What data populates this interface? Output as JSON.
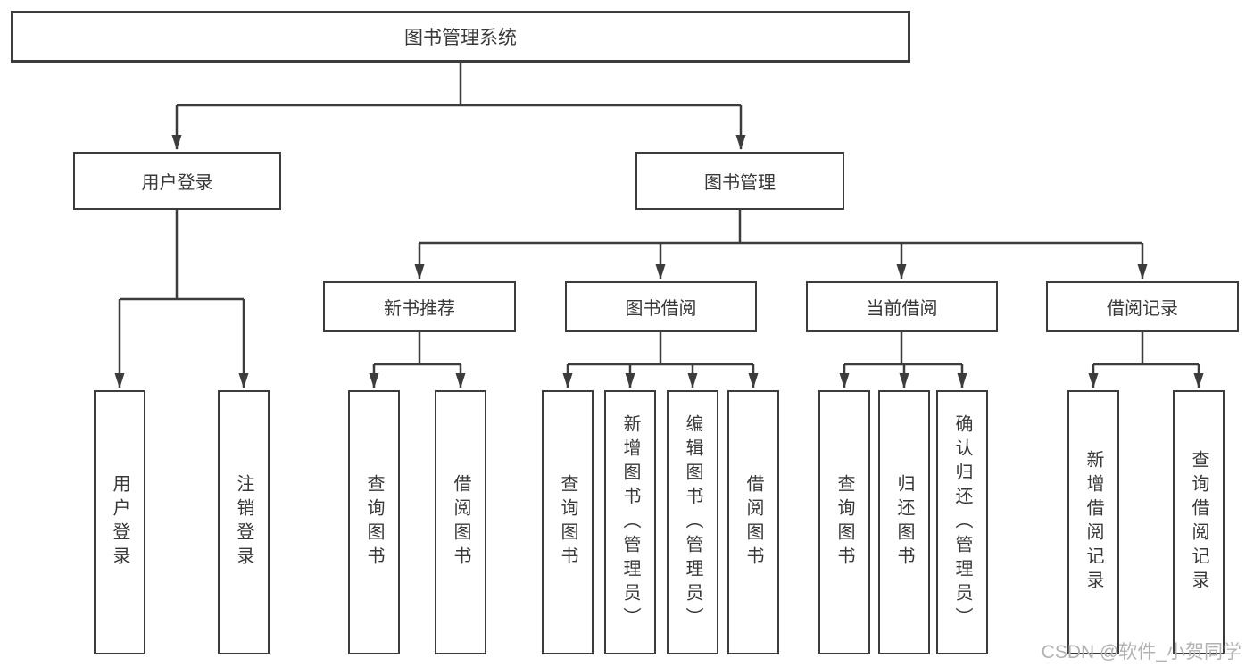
{
  "tree": {
    "root": "图书管理系统",
    "branches": [
      {
        "label": "用户登录",
        "leaves": [
          "用户登录",
          "注销登录"
        ]
      },
      {
        "label": "图书管理",
        "groups": [
          {
            "label": "新书推荐",
            "leaves": [
              "查询图书",
              "借阅图书"
            ]
          },
          {
            "label": "图书借阅",
            "leaves": [
              "查询图书",
              "新增图书（管理员）",
              "编辑图书（管理员）",
              "借阅图书"
            ]
          },
          {
            "label": "当前借阅",
            "leaves": [
              "查询图书",
              "归还图书",
              "确认归还（管理员）"
            ]
          },
          {
            "label": "借阅记录",
            "leaves": [
              "新增借阅记录",
              "查询借阅记录"
            ]
          }
        ]
      }
    ]
  },
  "watermark": "CSDN @软件_小贺同学",
  "colors": {
    "line": "#3c3c3c",
    "box_fill": "#ffffff",
    "text": "#383838",
    "watermark_text": "#b3b3b3"
  }
}
